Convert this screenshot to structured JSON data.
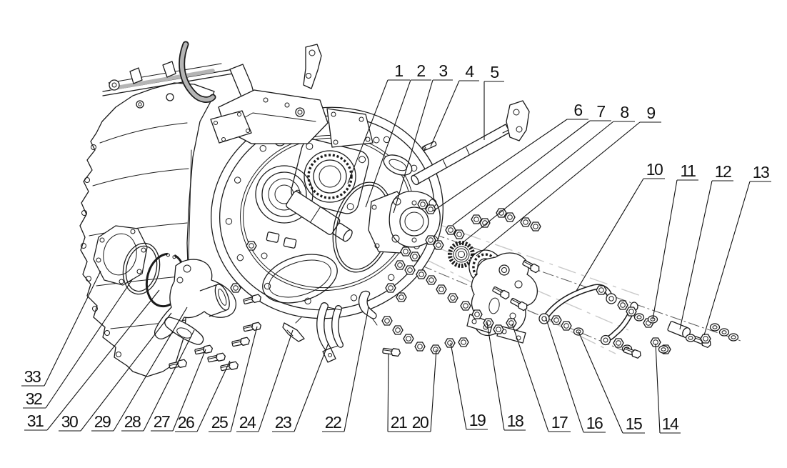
{
  "figure": {
    "kind": "exploded-parts-diagram",
    "subject": "transmission gearbox assembly",
    "background_color": "#ffffff",
    "ink_color": "#1a1a1a",
    "tube_shading_color": "#b5b5b5",
    "part_count": 33
  },
  "callouts": [
    {
      "n": "1",
      "label": [
        558,
        107
      ],
      "underline": [
        543,
        574,
        112
      ],
      "leader": [
        [
          543,
          112
        ],
        [
          487,
          257
        ]
      ]
    },
    {
      "n": "2",
      "label": [
        589,
        107
      ],
      "underline": [
        575,
        604,
        112
      ],
      "leader": [
        [
          575,
          112
        ],
        [
          512,
          290
        ]
      ]
    },
    {
      "n": "3",
      "label": [
        620,
        107
      ],
      "underline": [
        606,
        634,
        112
      ],
      "leader": [
        [
          606,
          112
        ],
        [
          551,
          298
        ]
      ]
    },
    {
      "n": "4",
      "label": [
        657,
        108
      ],
      "underline": [
        643,
        671,
        113
      ],
      "leader": [
        [
          643,
          113
        ],
        [
          603,
          205
        ]
      ]
    },
    {
      "n": "5",
      "label": [
        692,
        109
      ],
      "underline": [
        678,
        706,
        114
      ],
      "leader": [
        [
          678,
          114
        ],
        [
          678,
          196
        ]
      ]
    },
    {
      "n": "6",
      "label": [
        809,
        162
      ],
      "underline": [
        794,
        824,
        167
      ],
      "leader": [
        [
          794,
          167
        ],
        [
          607,
          295
        ]
      ]
    },
    {
      "n": "7",
      "label": [
        841,
        164
      ],
      "underline": [
        826,
        856,
        169
      ],
      "leader": [
        [
          826,
          169
        ],
        [
          634,
          315
        ]
      ]
    },
    {
      "n": "8",
      "label": [
        874,
        165
      ],
      "underline": [
        859,
        889,
        170
      ],
      "leader": [
        [
          859,
          170
        ],
        [
          646,
          341
        ]
      ]
    },
    {
      "n": "9",
      "label": [
        911,
        166
      ],
      "underline": [
        896,
        926,
        171
      ],
      "leader": [
        [
          896,
          171
        ],
        [
          667,
          358
        ]
      ]
    },
    {
      "n": "10",
      "label": [
        916,
        245
      ],
      "underline": [
        901,
        931,
        250
      ],
      "leader": [
        [
          901,
          250
        ],
        [
          807,
          407
        ]
      ]
    },
    {
      "n": "11",
      "label": [
        963,
        247
      ],
      "underline": [
        948,
        978,
        252
      ],
      "leader": [
        [
          948,
          252
        ],
        [
          914,
          447
        ]
      ]
    },
    {
      "n": "12",
      "label": [
        1012,
        248
      ],
      "underline": [
        997,
        1027,
        253
      ],
      "leader": [
        [
          997,
          253
        ],
        [
          952,
          461
        ]
      ]
    },
    {
      "n": "13",
      "label": [
        1065,
        249
      ],
      "underline": [
        1050,
        1080,
        254
      ],
      "leader": [
        [
          1050,
          254
        ],
        [
          986,
          469
        ]
      ]
    },
    {
      "n": "14",
      "label": [
        938,
        601
      ],
      "underline": [
        924,
        953,
        606
      ],
      "leader": [
        [
          924,
          606
        ],
        [
          918,
          481
        ]
      ]
    },
    {
      "n": "15",
      "label": [
        887,
        601
      ],
      "underline": [
        872,
        903,
        606
      ],
      "leader": [
        [
          872,
          606
        ],
        [
          810,
          464
        ]
      ]
    },
    {
      "n": "16",
      "label": [
        832,
        600
      ],
      "underline": [
        817,
        848,
        605
      ],
      "leader": [
        [
          817,
          605
        ],
        [
          764,
          444
        ]
      ]
    },
    {
      "n": "17",
      "label": [
        783,
        599
      ],
      "underline": [
        768,
        799,
        604
      ],
      "leader": [
        [
          768,
          604
        ],
        [
          717,
          453
        ]
      ]
    },
    {
      "n": "18",
      "label": [
        721,
        597
      ],
      "underline": [
        706,
        736,
        602
      ],
      "leader": [
        [
          706,
          602
        ],
        [
          682,
          451
        ]
      ]
    },
    {
      "n": "19",
      "label": [
        668,
        596
      ],
      "underline": [
        653,
        683,
        601
      ],
      "leader": [
        [
          653,
          601
        ],
        [
          631,
          480
        ]
      ]
    },
    {
      "n": "20",
      "label": [
        588,
        599
      ],
      "underline": [
        573,
        603,
        604
      ],
      "leader": [
        [
          603,
          604
        ],
        [
          611,
          489
        ]
      ]
    },
    {
      "n": "21",
      "label": [
        558,
        599
      ],
      "underline": [
        543,
        573,
        604
      ],
      "leader": [
        [
          543,
          604
        ],
        [
          544,
          495
        ]
      ]
    },
    {
      "n": "22",
      "label": [
        466,
        599
      ],
      "underline": [
        451,
        482,
        604
      ],
      "leader": [
        [
          482,
          604
        ],
        [
          516,
          430
        ]
      ]
    },
    {
      "n": "23",
      "label": [
        396,
        599
      ],
      "underline": [
        381,
        412,
        604
      ],
      "leader": [
        [
          412,
          604
        ],
        [
          460,
          480
        ]
      ]
    },
    {
      "n": "24",
      "label": [
        346,
        599
      ],
      "underline": [
        331,
        362,
        604
      ],
      "leader": [
        [
          362,
          604
        ],
        [
          410,
          462
        ]
      ]
    },
    {
      "n": "25",
      "label": [
        307,
        599
      ],
      "underline": [
        292,
        323,
        604
      ],
      "leader": [
        [
          323,
          604
        ],
        [
          360,
          457
        ]
      ]
    },
    {
      "n": "26",
      "label": [
        260,
        599
      ],
      "underline": [
        245,
        276,
        604
      ],
      "leader": [
        [
          276,
          604
        ],
        [
          322,
          505
        ]
      ]
    },
    {
      "n": "27",
      "label": [
        226,
        598
      ],
      "underline": [
        211,
        242,
        603
      ],
      "leader": [
        [
          242,
          603
        ],
        [
          288,
          489
        ]
      ]
    },
    {
      "n": "28",
      "label": [
        185,
        598
      ],
      "underline": [
        170,
        201,
        603
      ],
      "leader": [
        [
          201,
          603
        ],
        [
          272,
          462
        ]
      ]
    },
    {
      "n": "29",
      "label": [
        143,
        598
      ],
      "underline": [
        128,
        159,
        603
      ],
      "leader": [
        [
          159,
          603
        ],
        [
          262,
          430
        ]
      ]
    },
    {
      "n": "30",
      "label": [
        97,
        598
      ],
      "underline": [
        82,
        113,
        603
      ],
      "leader": [
        [
          113,
          603
        ],
        [
          240,
          438
        ]
      ]
    },
    {
      "n": "31",
      "label": [
        49,
        597
      ],
      "underline": [
        34,
        66,
        602
      ],
      "leader": [
        [
          66,
          602
        ],
        [
          223,
          406
        ]
      ]
    },
    {
      "n": "32",
      "label": [
        47,
        566
      ],
      "underline": [
        32,
        64,
        571
      ],
      "leader": [
        [
          64,
          571
        ],
        [
          186,
          390
        ]
      ]
    },
    {
      "n": "33",
      "label": [
        45,
        535
      ],
      "underline": [
        30,
        62,
        540
      ],
      "leader": [
        [
          62,
          540
        ],
        [
          141,
          379
        ]
      ]
    }
  ]
}
